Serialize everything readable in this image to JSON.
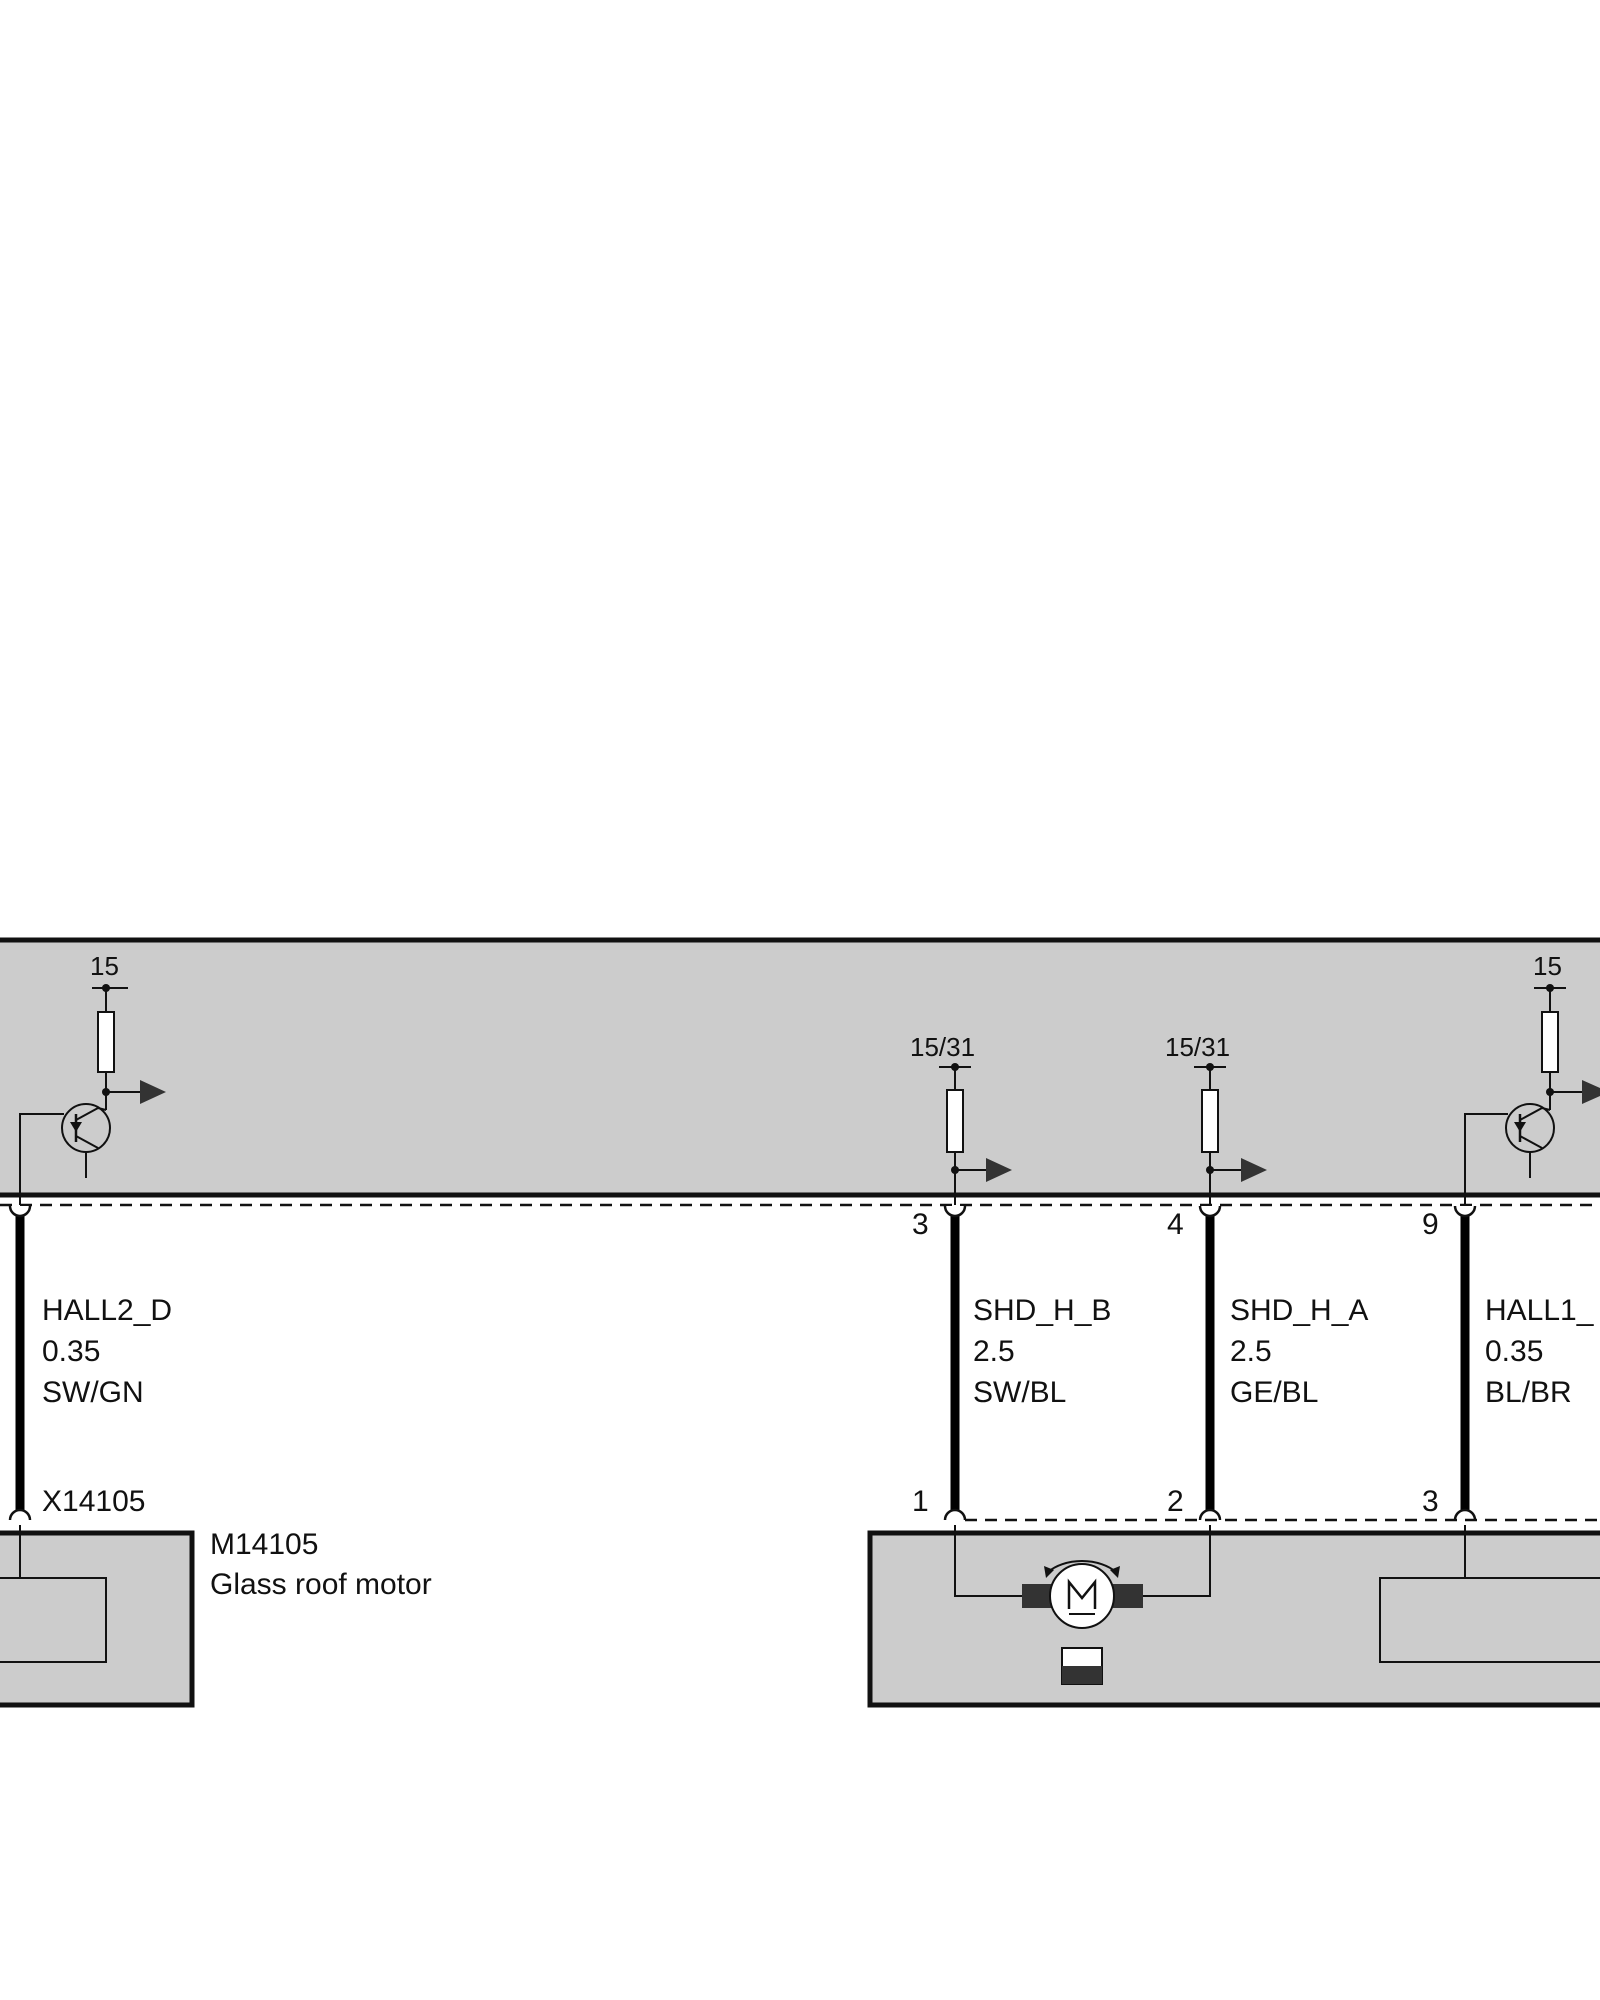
{
  "colors": {
    "module_fill": "#cccccc",
    "wire": "#000000",
    "line": "#111111",
    "resistor_fill": "#ffffff",
    "background": "#ffffff"
  },
  "control_unit": {
    "supply_left": "15",
    "supply_right": "15",
    "supply_pin3": "15/31",
    "supply_pin4": "15/31"
  },
  "wires": [
    {
      "pin_top": "",
      "pin_bottom": "",
      "signal": "HALL2_D",
      "cross_section": "0.35",
      "color_code": "SW/GN"
    },
    {
      "pin_top": "3",
      "pin_bottom": "1",
      "signal": "SHD_H_B",
      "cross_section": "2.5",
      "color_code": "SW/BL"
    },
    {
      "pin_top": "4",
      "pin_bottom": "2",
      "signal": "SHD_H_A",
      "cross_section": "2.5",
      "color_code": "GE/BL"
    },
    {
      "pin_top": "9",
      "pin_bottom": "3",
      "signal": "HALL1_",
      "cross_section": "0.35",
      "color_code": "BL/BR"
    }
  ],
  "connector": {
    "id": "X14105"
  },
  "component": {
    "id": "M14105",
    "name": "Glass roof motor"
  },
  "icons": [
    "transistor-icon",
    "resistor-icon",
    "motor-icon",
    "arrow-right-icon",
    "ground-block-icon"
  ]
}
